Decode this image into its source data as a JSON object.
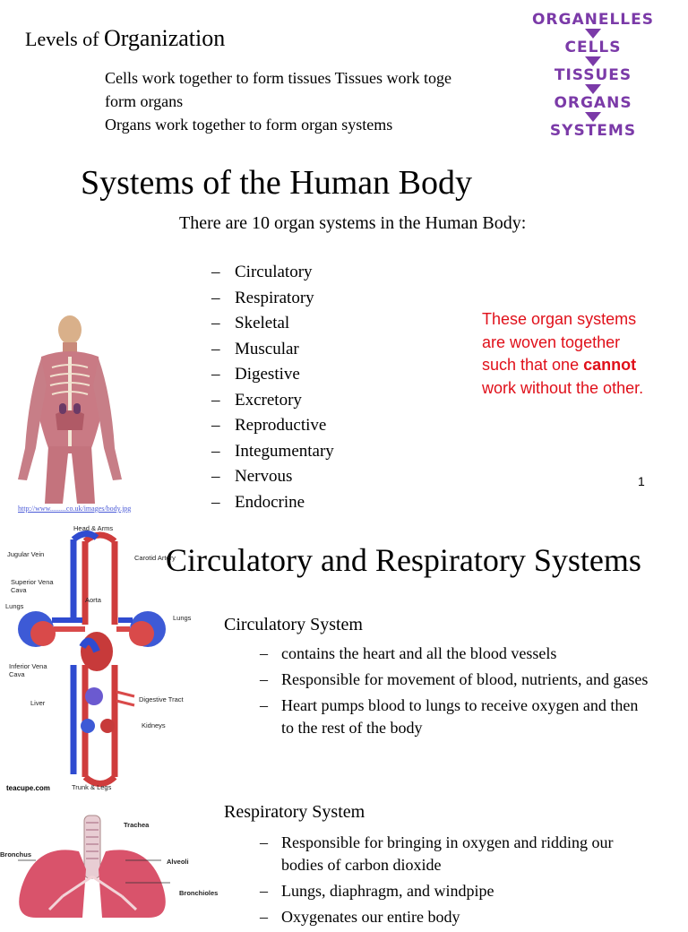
{
  "levels": {
    "title_prefix": "Levels of ",
    "title_main": "Organization",
    "lines": [
      "Cells work together to form tissues  Tissues work toge",
      "form organs",
      "Organs work together to form organ systems"
    ]
  },
  "hierarchy": [
    "ORGANELLES",
    "CELLS",
    "TISSUES",
    "ORGANS",
    "SYSTEMS"
  ],
  "systems": {
    "title": "Systems of the Human Body",
    "intro": "There are 10 organ systems in the Human Body:",
    "dash": "–",
    "items": [
      "Circulatory",
      "Respiratory",
      "Skeletal",
      "Muscular",
      "Digestive",
      "Excretory",
      "Reproductive",
      "Integumentary",
      "Nervous",
      "Endocrine"
    ],
    "note_part1": "These organ systems are woven together such that one ",
    "note_bold": "cannot",
    "note_part2": " work without the other.",
    "slide_number": "1",
    "image_link": "http://www.........co.uk/images/body.jpg"
  },
  "circ_resp": {
    "title": "Circulatory and Respiratory Systems",
    "circulatory_heading": "Circulatory System",
    "circulatory_bullets": [
      "contains the heart and all the blood vessels",
      "Responsible for movement of blood, nutrients,  and gases",
      "Heart pumps blood to lungs to receive oxygen  and then to the rest of the body"
    ],
    "respiratory_heading": "Respiratory System",
    "respiratory_bullets": [
      "Responsible for bringing in oxygen and  ridding our bodies of carbon dioxide",
      "Lungs, diaphragm, and windpipe",
      "Oxygenates our entire body"
    ],
    "diagram_labels": {
      "head_arms": "Head & Arms",
      "jugular": "Jugular Vein",
      "carotid": "Carotid Artery",
      "svc": "Superior Vena",
      "svc2": "Cava",
      "aorta": "Aorta",
      "lungs_left": "Lungs",
      "lungs_right": "Lungs",
      "ivc": "Inferior Vena",
      "ivc2": "Cava",
      "liver": "Liver",
      "digestive": "Digestive Tract",
      "kidneys": "Kidneys",
      "trunk": "Trunk & Legs",
      "source": "teacupe.com"
    },
    "lung_labels": {
      "trachea": "Trachea",
      "bronchus": "Bronchus",
      "alveoli": "Alveoli",
      "bronchioles": "Bronchioles"
    }
  }
}
